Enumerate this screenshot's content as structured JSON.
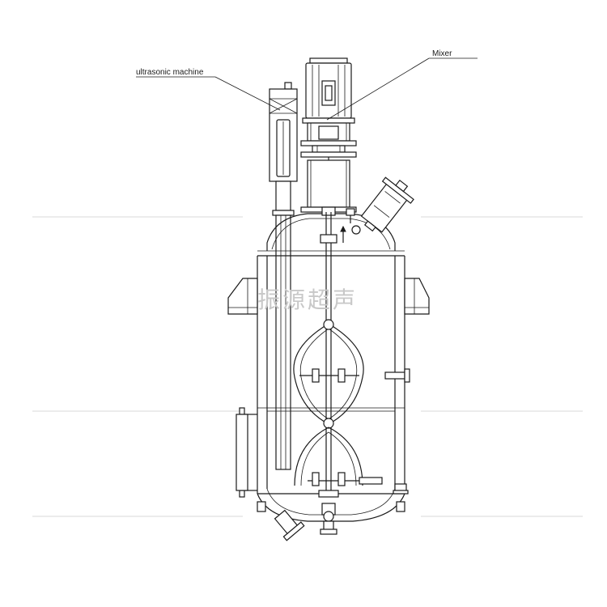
{
  "labels": {
    "ultrasonic_machine": "ultrasonic machine",
    "mixer": "Mixer"
  },
  "watermark": "振源超声",
  "colors": {
    "line": "#1a1a1a",
    "background": "#ffffff",
    "watermark": "#c8c8c8"
  }
}
